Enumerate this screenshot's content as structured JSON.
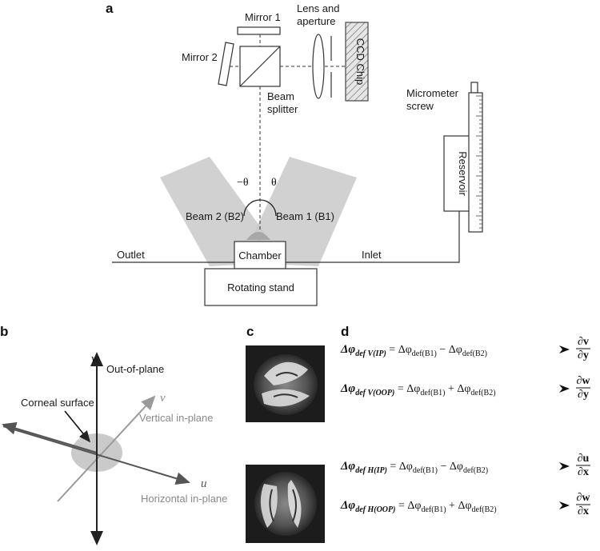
{
  "panels": {
    "a": "a",
    "b": "b",
    "c": "c",
    "d": "d"
  },
  "setup": {
    "mirror1": "Mirror 1",
    "mirror2": "Mirror 2",
    "lens": [
      "Lens and",
      "aperture"
    ],
    "ccd": "CCD Chip",
    "splitter": [
      "Beam",
      "splitter"
    ],
    "micrometer": [
      "Micrometer",
      "screw"
    ],
    "reservoir": "Reservoir",
    "theta_neg": "−θ",
    "theta_pos": "θ",
    "beam2": "Beam 2 (B2)",
    "beam1": "Beam 1 (B1)",
    "outlet": "Outlet",
    "inlet": "Inlet",
    "chamber": "Chamber",
    "stand": "Rotating stand"
  },
  "axes": {
    "w": "w",
    "v": "v",
    "u": "u",
    "out_of_plane": "Out-of-plane",
    "vertical_in_plane": "Vertical in-plane",
    "horizontal_in_plane": "Horizontal in-plane",
    "corneal_surface": "Corneal surface"
  },
  "equations": [
    {
      "lhs_main": "Δφ",
      "lhs_sub": "def V(IP)",
      "rhs1": "= Δφ",
      "rhs1_sub": "def(B1)",
      "op": " − Δφ",
      "rhs2_sub": "def(B2)",
      "num": "∂v",
      "den": "∂y"
    },
    {
      "lhs_main": "Δφ",
      "lhs_sub": "def V(OOP)",
      "rhs1": "= Δφ",
      "rhs1_sub": "def(B1)",
      "op": " + Δφ",
      "rhs2_sub": "def(B2)",
      "num": "∂w",
      "den": "∂y"
    },
    {
      "lhs_main": "Δφ",
      "lhs_sub": "def H(IP)",
      "rhs1": "= Δφ",
      "rhs1_sub": "def(B1)",
      "op": " − Δφ",
      "rhs2_sub": "def(B2)",
      "num": "∂u",
      "den": "∂x"
    },
    {
      "lhs_main": "Δφ",
      "lhs_sub": "def H(OOP)",
      "rhs1": "= Δφ",
      "rhs1_sub": "def(B1)",
      "op": " + Δφ",
      "rhs2_sub": "def(B2)",
      "num": "∂w",
      "den": "∂x"
    }
  ]
}
